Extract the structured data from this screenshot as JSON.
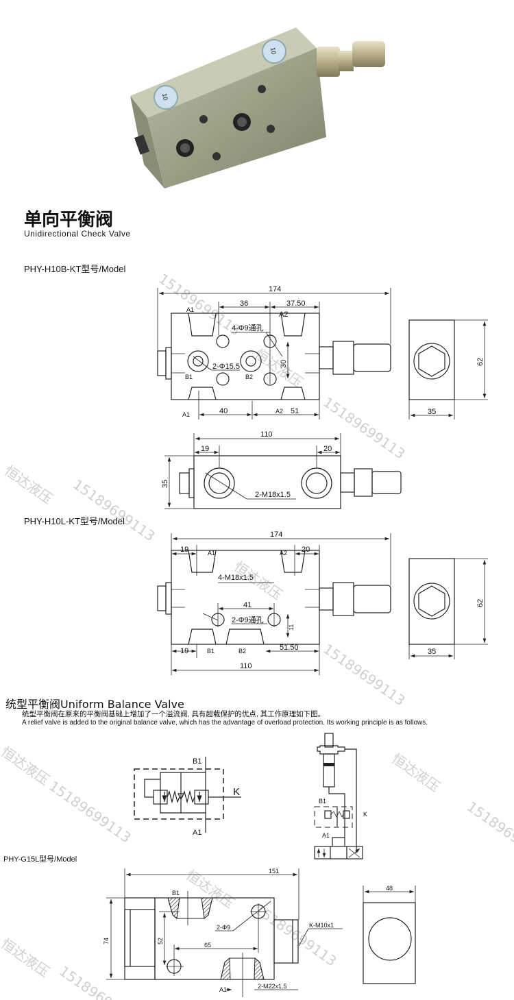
{
  "header": {
    "title_cn": "单向平衡阀",
    "title_en": "Unidirectional Check Valve"
  },
  "photo": {
    "port_label_1": "10",
    "port_label_2": "10"
  },
  "models": [
    {
      "label": "PHY-H10B-KT型号/Model"
    },
    {
      "label": "PHY-H10L-KT型号/Model"
    },
    {
      "label": "PHY-G15L型号/Model"
    }
  ],
  "h10b": {
    "front": {
      "overall": "174",
      "d36": "36",
      "d37_5": "37.50",
      "a1_top": "A1",
      "a2_top": "A2",
      "holes": "4-Φ9通孔",
      "big_holes": "2-Φ15.5",
      "d30": "30",
      "b1": "B1",
      "b2": "B2",
      "a1_bot": "A1",
      "a2_bot": "A2",
      "d40": "40",
      "d51": "51"
    },
    "side": {
      "height": "62",
      "width": "35"
    },
    "top": {
      "overall": "110",
      "d19": "19",
      "d20": "20",
      "height": "35",
      "thread": "2-M18x1.5"
    }
  },
  "h10l": {
    "front": {
      "overall": "174",
      "d19_top": "19",
      "a1": "A1",
      "a2": "A2",
      "d20": "20",
      "thread": "4-M18x1.5",
      "d41": "41",
      "holes": "2-Φ9通孔",
      "d11": "11",
      "d19_bot": "19",
      "b1": "B1",
      "b2": "B2",
      "d51_5": "51.50",
      "d110": "110"
    },
    "side": {
      "height": "62",
      "width": "35"
    }
  },
  "uniform": {
    "heading": "统型平衡阀Uniform Balance Valve",
    "desc_cn": "统型平衡阀在原来的平衡阀基础上增加了一个溢流阀, 具有超载保护的优点, 其工作原理如下图。",
    "desc_en": "A relief valve is added to the original balance valve, which has the advantage of overload protection. Its working principle is as follows.",
    "schematic": {
      "b1": "B1",
      "a1": "A1",
      "k": "K"
    },
    "circuit": {
      "b1": "B1",
      "a1": "A1",
      "k": "K"
    }
  },
  "g15l": {
    "overall": "151",
    "b1": "B1",
    "holes": "2-Φ9",
    "k_port": "K-M10x1",
    "height": "74",
    "d52": "52",
    "d65": "65",
    "a1": "A1",
    "thread": "2-M22x1.5",
    "side_width": "48"
  },
  "watermark": {
    "company": "恒达液压",
    "phone": "15189699113"
  }
}
